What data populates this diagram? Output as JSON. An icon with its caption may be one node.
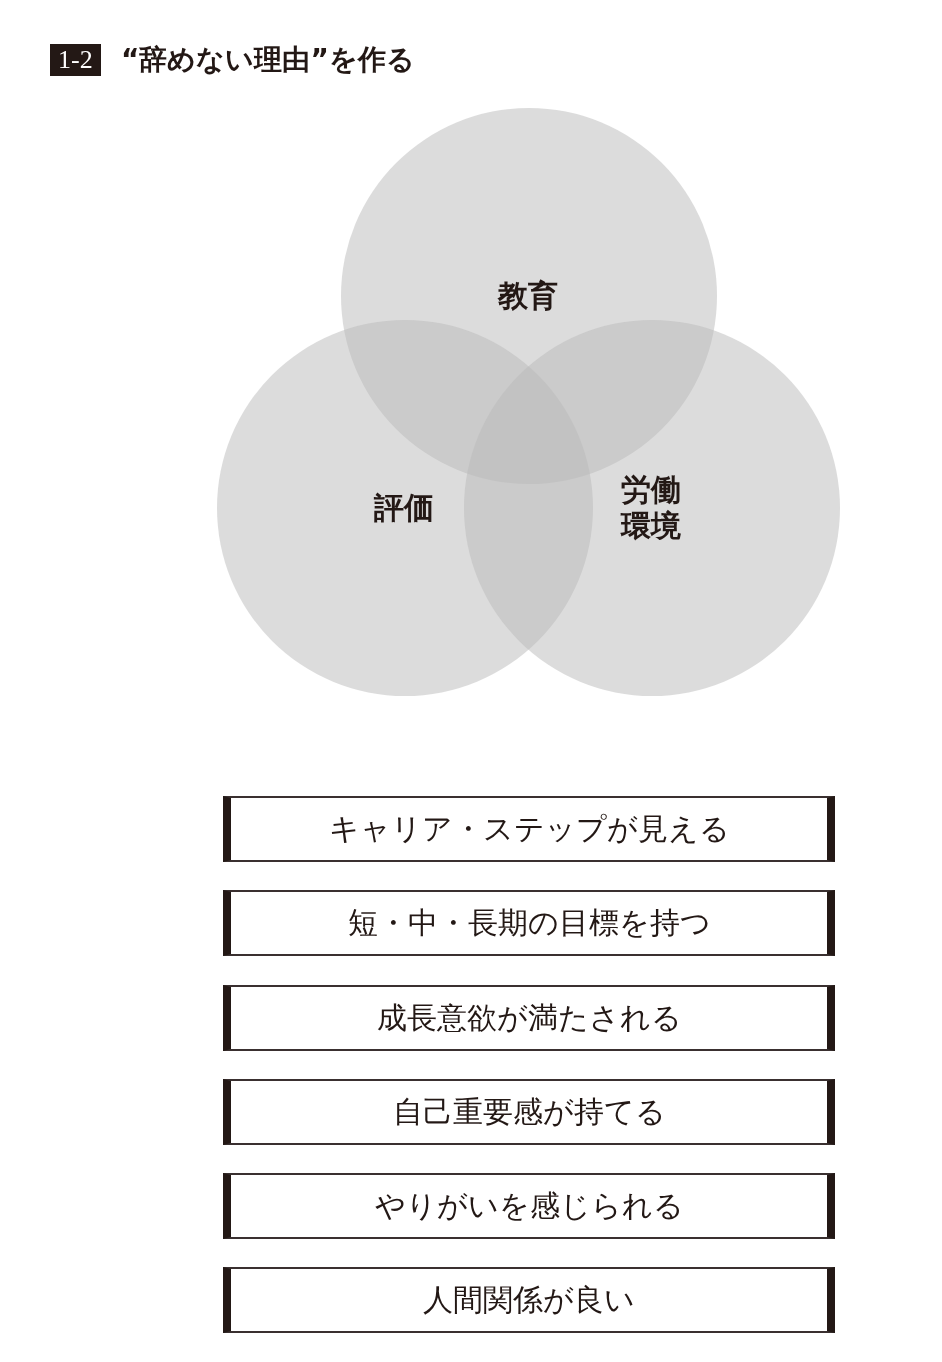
{
  "diagram": {
    "title": "“辞めない理由”を作る",
    "nodes": [
      {
        "text": [
          "教育"
        ]
      },
      {
        "text": [
          "評価"
        ]
      },
      {
        "text": [
          "労働環境"
        ]
      },
      {
        "text": [
          "キャリア・ステップが見える"
        ]
      },
      {
        "text": [
          "短・中・長期の目標を持つ"
        ]
      },
      {
        "text": [
          "成長意欲が満たされる"
        ]
      },
      {
        "text": [
          "自己重要感が持てる"
        ]
      },
      {
        "text": [
          "やりがいを感じられる"
        ]
      },
      {
        "text": [
          "人間関係が良い"
        ]
      }
    ],
    "labels": [
      "1-2"
    ]
  }
}
